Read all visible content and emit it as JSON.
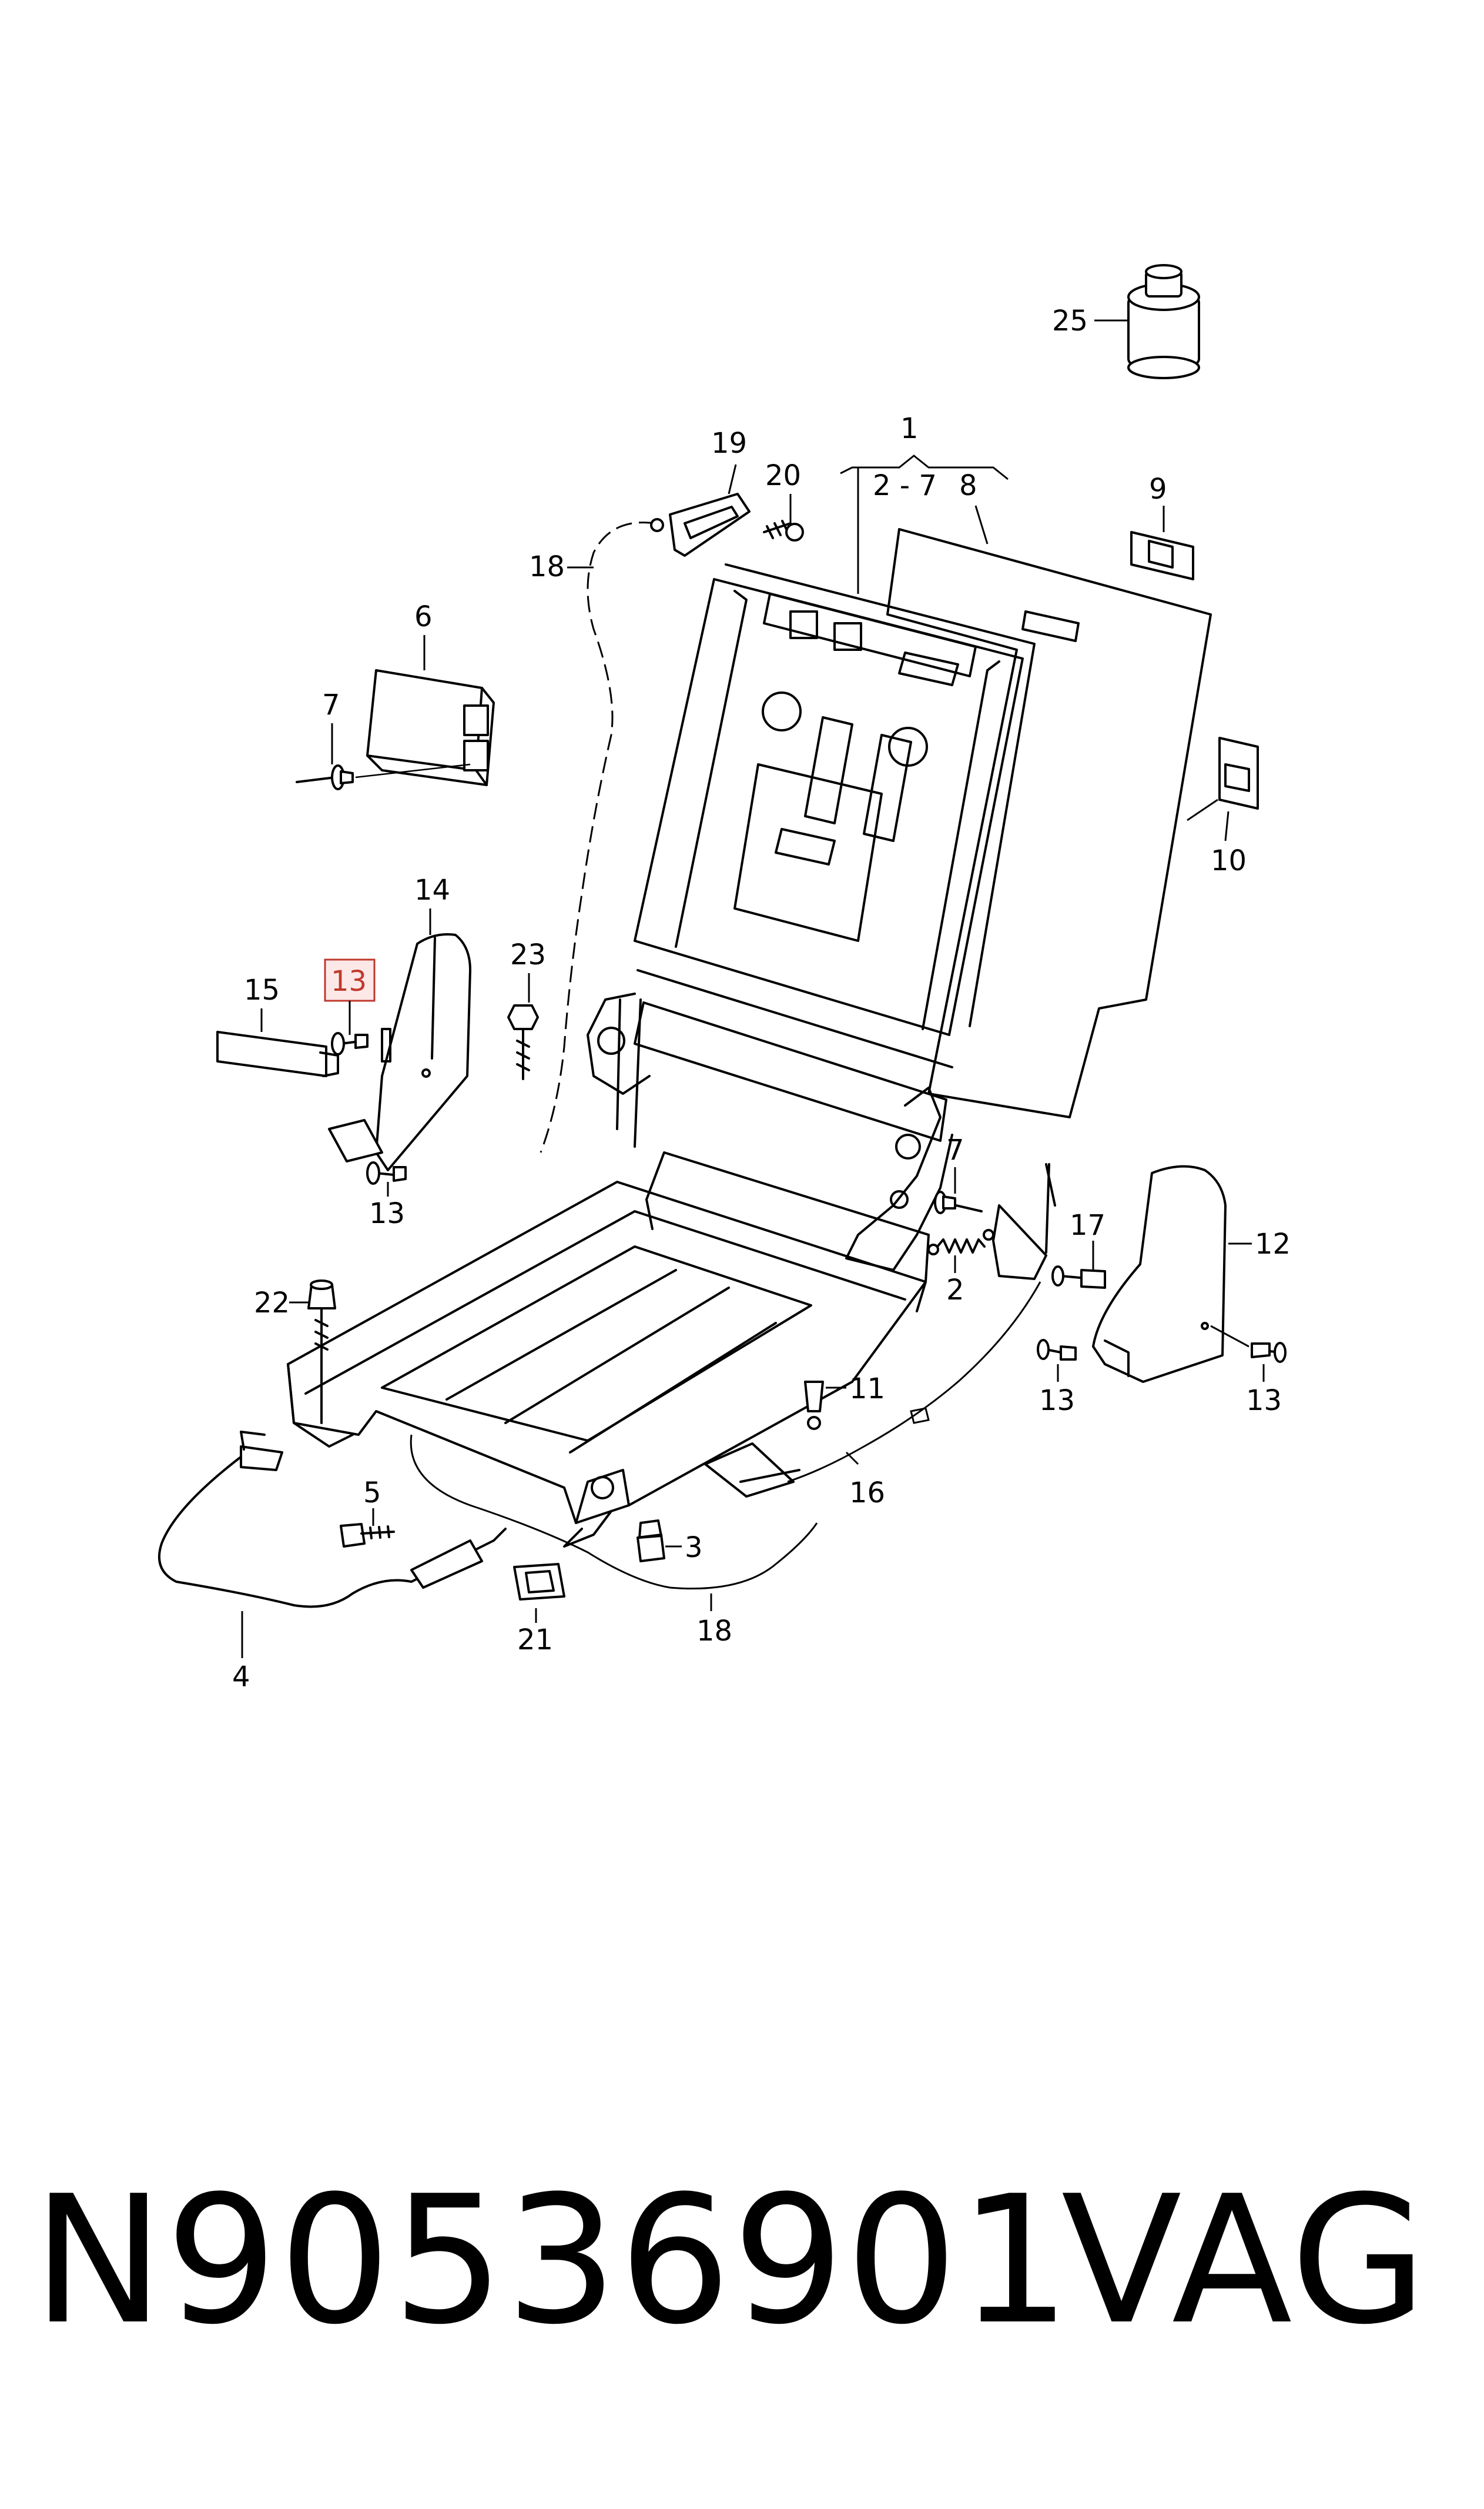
{
  "diagram": {
    "callouts": [
      {
        "id": "c25",
        "label": "25"
      },
      {
        "id": "c1",
        "label": "1"
      },
      {
        "id": "c2-7",
        "label": "2 - 7"
      },
      {
        "id": "c8",
        "label": "8"
      },
      {
        "id": "c19",
        "label": "19"
      },
      {
        "id": "c20",
        "label": "20"
      },
      {
        "id": "c18a",
        "label": "18"
      },
      {
        "id": "c9",
        "label": "9"
      },
      {
        "id": "c6",
        "label": "6"
      },
      {
        "id": "c7a",
        "label": "7"
      },
      {
        "id": "c10",
        "label": "10"
      },
      {
        "id": "c14",
        "label": "14"
      },
      {
        "id": "c23",
        "label": "23"
      },
      {
        "id": "c13a",
        "label": "13"
      },
      {
        "id": "c15",
        "label": "15"
      },
      {
        "id": "c13b",
        "label": "13"
      },
      {
        "id": "c7b",
        "label": "7"
      },
      {
        "id": "c17",
        "label": "17"
      },
      {
        "id": "c12",
        "label": "12"
      },
      {
        "id": "c2",
        "label": "2"
      },
      {
        "id": "c22",
        "label": "22"
      },
      {
        "id": "c13c",
        "label": "13"
      },
      {
        "id": "c13d",
        "label": "13"
      },
      {
        "id": "c11",
        "label": "11"
      },
      {
        "id": "c16",
        "label": "16"
      },
      {
        "id": "c5",
        "label": "5"
      },
      {
        "id": "c3",
        "label": "3"
      },
      {
        "id": "c4",
        "label": "4"
      },
      {
        "id": "c21",
        "label": "21"
      },
      {
        "id": "c18b",
        "label": "18"
      }
    ],
    "highlight_color": "#c0392b",
    "highlight_fill": "#fde8e8"
  },
  "footer": {
    "part_number": "N90536901",
    "brand": "VAG"
  }
}
